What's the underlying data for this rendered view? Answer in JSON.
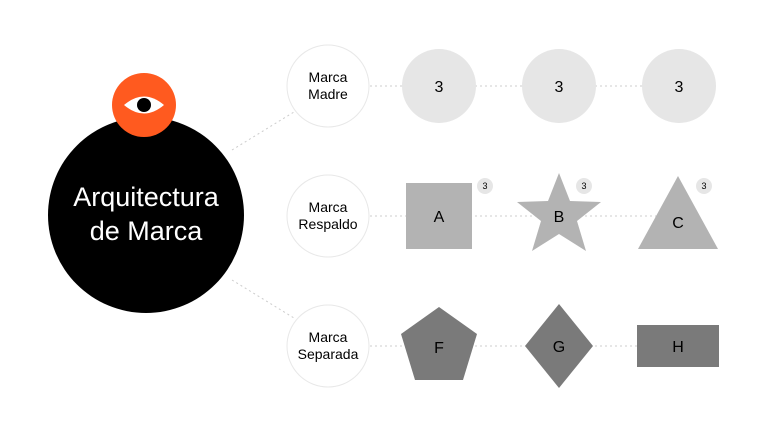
{
  "diagram": {
    "title_line1": "Arquitectura",
    "title_line2": "de Marca",
    "eye_icon": "eye-icon",
    "rows": [
      {
        "label_line1": "Marca",
        "label_line2": "Madre",
        "items": [
          {
            "shape": "circle",
            "label": "3"
          },
          {
            "shape": "circle",
            "label": "3"
          },
          {
            "shape": "circle",
            "label": "3"
          }
        ]
      },
      {
        "label_line1": "Marca",
        "label_line2": "Respaldo",
        "items": [
          {
            "shape": "square",
            "label": "A",
            "badge": "3"
          },
          {
            "shape": "star",
            "label": "B",
            "badge": "3"
          },
          {
            "shape": "triangle",
            "label": "C",
            "badge": "3"
          }
        ]
      },
      {
        "label_line1": "Marca",
        "label_line2": "Separada",
        "items": [
          {
            "shape": "pentagon",
            "label": "F"
          },
          {
            "shape": "diamond",
            "label": "G"
          },
          {
            "shape": "rectangle",
            "label": "H"
          }
        ]
      }
    ],
    "colors": {
      "accent": "#FF5A1F",
      "main_circle": "#000000",
      "row1_fill": "#E6E6E6",
      "row2_fill": "#B3B3B3",
      "row3_fill": "#7A7A7A",
      "badge_fill": "#E6E6E6",
      "connector": "#CCCCCC"
    }
  }
}
